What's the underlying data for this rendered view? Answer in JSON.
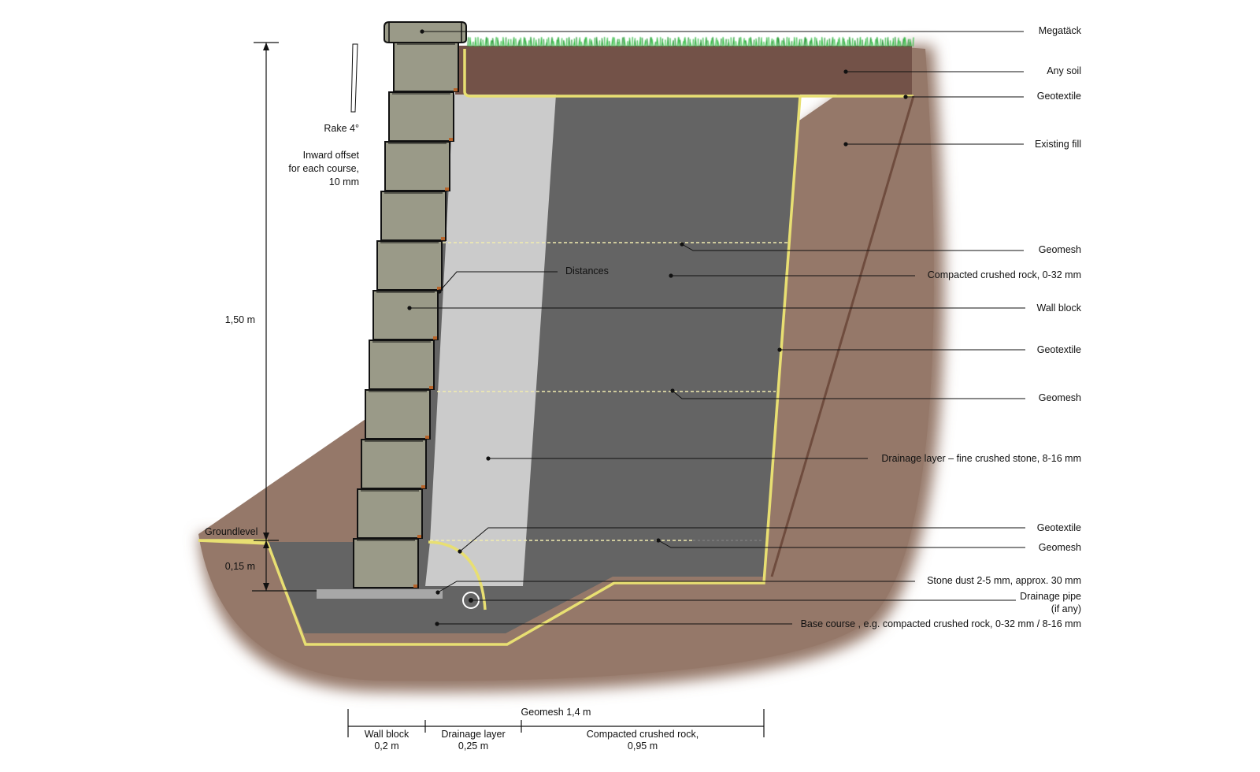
{
  "labels": {
    "megatack": "Megatäck",
    "any_soil": "Any soil",
    "geotextile_top": "Geotextile",
    "existing_fill": "Existing fill",
    "geomesh_upper": "Geomesh",
    "compacted_rock": "Compacted crushed rock, 0-32 mm",
    "wall_block": "Wall block",
    "geotextile_mid": "Geotextile",
    "geomesh_mid": "Geomesh",
    "drainage_layer": "Drainage layer – fine crushed stone, 8-16 mm",
    "geotextile_low": "Geotextile",
    "geomesh_low": "Geomesh",
    "stone_dust": "Stone dust 2-5 mm, approx. 30 mm",
    "drainage_pipe_1": "Drainage pipe",
    "drainage_pipe_2": "(if any)",
    "base_course": "Base course , e.g. compacted crushed rock, 0-32 mm / 8-16 mm",
    "distances": "Distances"
  },
  "annotations": {
    "rake": "Rake 4°",
    "offset_1": "Inward offset",
    "offset_2": "for each course,",
    "offset_3": "10 mm",
    "height": "1,50 m",
    "groundlevel": "Groundlevel",
    "base_depth": "0,15 m"
  },
  "bottom_dims": {
    "geomesh": "Geomesh 1,4 m",
    "wall_block_1": "Wall block",
    "wall_block_2": "0,2 m",
    "drainage_1": "Drainage layer",
    "drainage_2": "0,25 m",
    "rock_1": "Compacted crushed rock,",
    "rock_2": "0,95 m"
  },
  "colors": {
    "soil_dark": "#735248",
    "existing_fill": "#957869",
    "crushed_rock": "#646464",
    "drainage": "#cbcbcb",
    "block": "#9a9a88",
    "geotextile": "#e8df72",
    "grass": "#39b54a"
  }
}
